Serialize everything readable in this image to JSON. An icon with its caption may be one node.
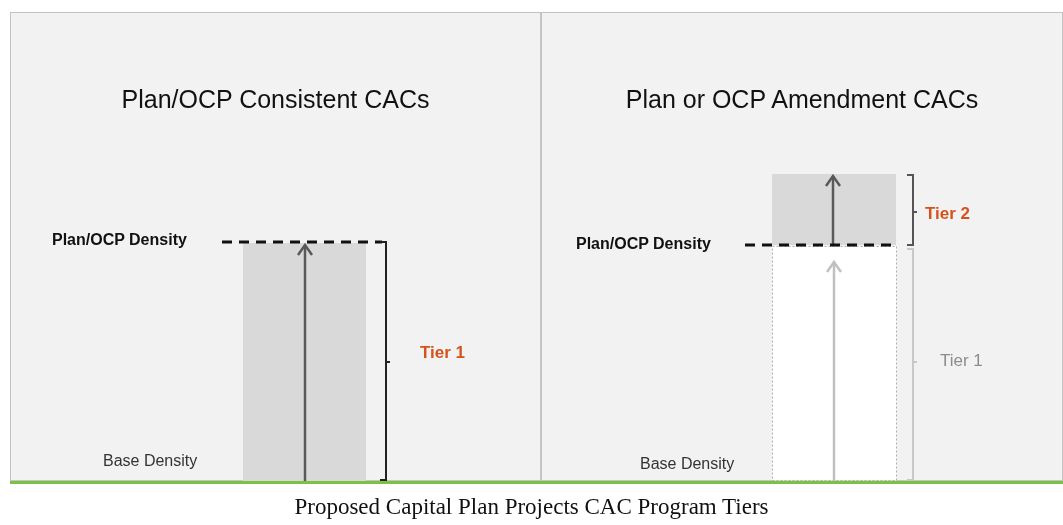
{
  "diagram": {
    "caption": "Proposed Capital Plan Projects CAC Program Tiers",
    "nodes": [
      {
        "text": [
          "Plan/OCP Consistent CACs"
        ]
      },
      {
        "text": [
          "Plan or OCP Amendment CACs"
        ]
      }
    ],
    "labels": [
      "Plan/OCP Density",
      "Tier 1",
      "Base Density",
      "Plan/OCP Density",
      "Tier 2",
      "Tier 1",
      "Base Density"
    ]
  }
}
